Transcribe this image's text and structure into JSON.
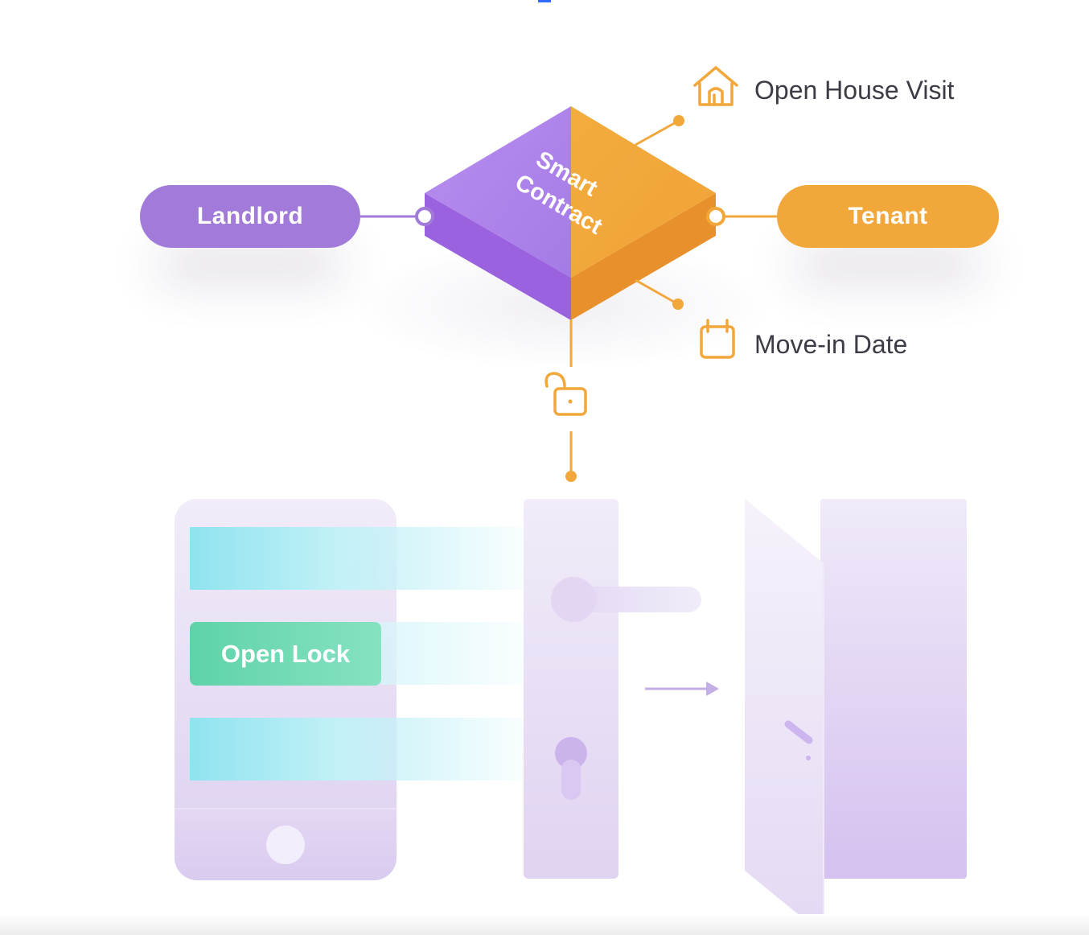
{
  "diagram": {
    "center": {
      "line1": "Smart",
      "line2": "Contract"
    },
    "nodes": {
      "landlord": "Landlord",
      "tenant": "Tenant"
    },
    "conditions": [
      {
        "label": "Open House Visit",
        "icon": "house-icon"
      },
      {
        "label": "Move-in Date",
        "icon": "calendar-icon"
      }
    ],
    "lock_icon": "unlocked-padlock-icon",
    "phone": {
      "button_label": "Open Lock"
    },
    "colors": {
      "purple": "#a27ad9",
      "orange": "#f2a73b",
      "green": "#6ad8b0",
      "cyan": "#8fe3ef",
      "lavender": "#e6dcf5"
    }
  }
}
